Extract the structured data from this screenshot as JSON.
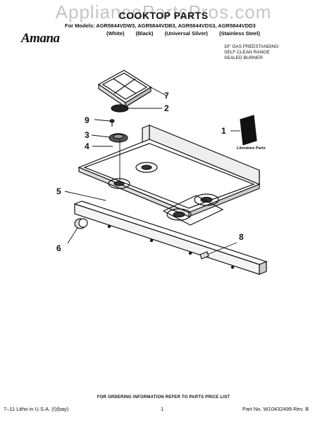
{
  "watermark": "AppliancePartsPros.com",
  "header": {
    "title": "COOKTOP PARTS",
    "models_line": "For Models: AGR5844VDW3, AGR5844VDB3, AGR5844VDS3, AGR5844VDD3",
    "variants": [
      "(White)",
      "(Black)",
      "(Universal Silver)",
      "(Stainless Steel)"
    ],
    "brand": "Amana",
    "description": [
      "30\" GAS FREESTANDING",
      "SELF CLEAN RANGE",
      "SEALED BURNER"
    ]
  },
  "callouts": [
    "1",
    "2",
    "3",
    "4",
    "5",
    "6",
    "7",
    "8",
    "9"
  ],
  "literature_label": "Literature Parts",
  "footer": {
    "ordering": "FOR ORDERING INFORMATION REFER TO PARTS PRICE LIST",
    "litho": "7–11 Litho in U.S.A. (I)(bay)",
    "page": "1",
    "part_no": "Part No. W10432499 Rev. B"
  }
}
